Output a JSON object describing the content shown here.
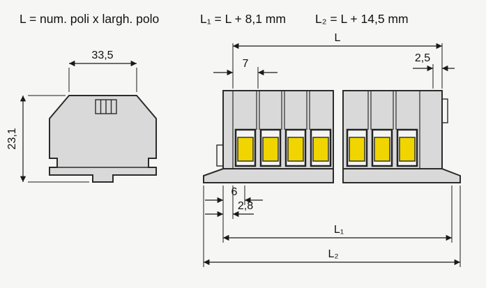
{
  "title": {
    "formula_l": "L = num. poli x largh. polo",
    "formula_l1": "L₁ = L + 8,1 mm",
    "formula_l2": "L₂ = L + 14,5 mm"
  },
  "front_view": {
    "width_label": "33,5",
    "height_label": "23,1"
  },
  "side_view": {
    "total_width_label": "L",
    "pole_pitch_label": "7",
    "end_gap_label": "2,5",
    "foot_offset_label": "6",
    "end_plate_label": "2,8",
    "l1_label": "L₁",
    "l2_label": "L₂"
  },
  "colors": {
    "terminal_yellow": "#F0D500",
    "body_gray": "#D9D9D9",
    "marking_gray": "#CDCDCD",
    "line": "#1A1A1A"
  }
}
